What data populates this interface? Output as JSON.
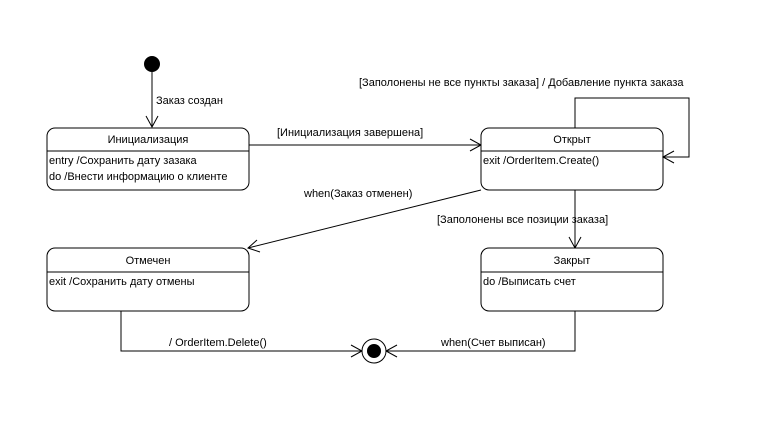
{
  "states": {
    "init": {
      "name": "Инициализация",
      "actions": [
        "entry /Сохранить дату зазака",
        "do /Внести информацию о клиенте"
      ]
    },
    "open": {
      "name": "Открыт",
      "actions": [
        "exit /OrderItem.Create()"
      ]
    },
    "cancelled": {
      "name": "Отмечен",
      "actions": [
        "exit /Сохранить дату отмены"
      ]
    },
    "closed": {
      "name": "Закрыт",
      "actions": [
        "do /Выписать счет"
      ]
    }
  },
  "transitions": {
    "start_to_init": "Заказ создан",
    "init_to_open": "[Инициализация завершена]",
    "open_self": "[Заполонены не все пункты заказа] / Добавление пункта заказа",
    "open_to_cancelled": "when(Заказ отменен)",
    "open_to_closed": "[Заполонены все позиции заказа]",
    "cancelled_to_final": "/ OrderItem.Delete()",
    "closed_to_final": "when(Счет выписан)"
  }
}
